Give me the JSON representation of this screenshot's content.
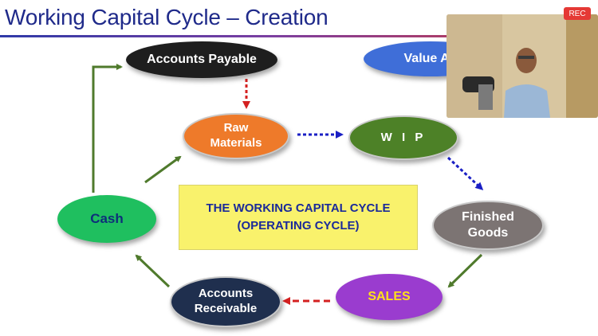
{
  "slide": {
    "title": "Working Capital Cycle – Creation",
    "nodes": {
      "accounts_payable": "Accounts Payable",
      "value_added": "Value Ad",
      "raw_materials": "Raw\nMaterials",
      "wip": "W I P",
      "cash": "Cash",
      "finished_goods": "Finished\nGoods",
      "accounts_receivable": "Accounts\nReceivable",
      "sales": "SALES"
    },
    "center_box": {
      "line1": "THE WORKING CAPITAL CYCLE",
      "line2": "(OPERATING CYCLE)"
    }
  },
  "video_overlay": {
    "rec_label": "REC"
  },
  "colors": {
    "title": "#1f2a8a",
    "accounts_payable": "#1e1e1e",
    "value_added": "#3f6ed8",
    "raw_materials": "#ee7a2a",
    "wip": "#4d8127",
    "cash": "#1fbf5f",
    "finished_goods": "#7c7473",
    "accounts_receivable": "#1f2f4e",
    "sales": "#9a3ccf",
    "center_box": "#f9f26c",
    "arrow_green": "#4f7a2c",
    "arrow_red": "#d42020",
    "arrow_blue": "#1a1fc4"
  }
}
